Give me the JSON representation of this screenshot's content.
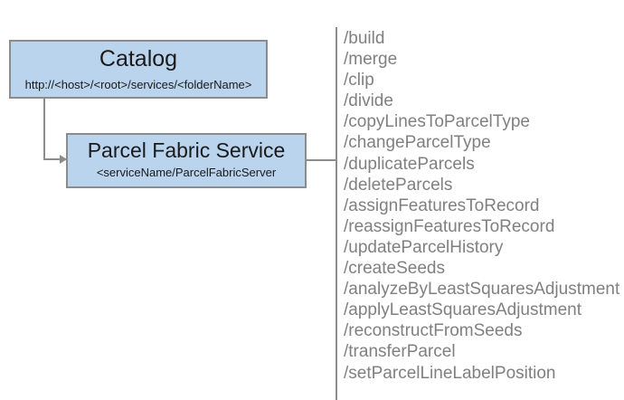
{
  "diagram": {
    "colors": {
      "node_fill": "#bad4ee",
      "node_border": "#8c8c8c",
      "connector": "#8c8c8c",
      "list_text": "#808080",
      "background": "#ffffff",
      "node_text": "#1a1a1a"
    },
    "nodes": [
      {
        "id": "catalog",
        "title": "Catalog",
        "subtitle": "http://<host>/<root>/services/<folderName>"
      },
      {
        "id": "parcel-fabric-service",
        "title": "Parcel Fabric Service",
        "subtitle": "<serviceName/ParcelFabricServer"
      }
    ],
    "operations": [
      "/build",
      "/merge",
      "/clip",
      "/divide",
      "/copyLinesToParcelType",
      "/changeParcelType",
      "/duplicateParcels",
      "/deleteParcels",
      "/assignFeaturesToRecord",
      "/reassignFeaturesToRecord",
      "/updateParcelHistory",
      "/createSeeds",
      "/analyzeByLeastSquaresAdjustment",
      "/applyLeastSquaresAdjustment",
      "/reconstructFromSeeds",
      "/transferParcel",
      "/setParcelLineLabelPosition"
    ]
  }
}
